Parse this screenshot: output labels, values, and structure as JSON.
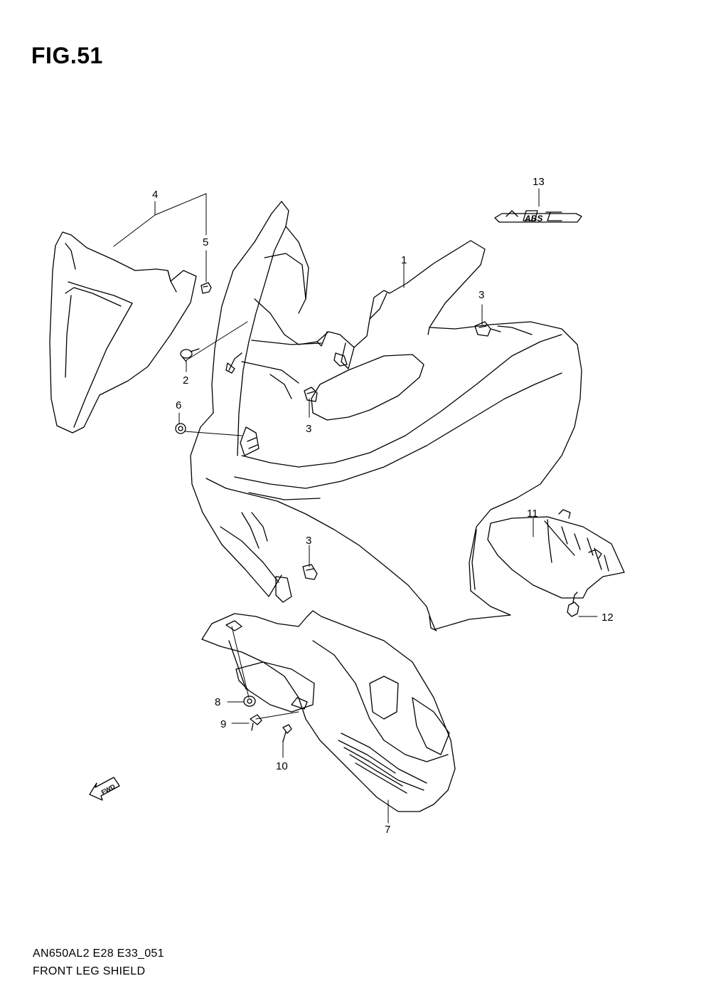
{
  "figure": {
    "title": "FIG.51",
    "model_code": "AN650AL2 E28 E33_051",
    "name": "FRONT LEG SHIELD"
  },
  "badges": {
    "abs_emblem": "ABS",
    "fwd_arrow": "FWD"
  },
  "callouts": [
    "1",
    "2",
    "3",
    "3",
    "3",
    "4",
    "5",
    "6",
    "7",
    "8",
    "9",
    "10",
    "11",
    "12",
    "13"
  ]
}
